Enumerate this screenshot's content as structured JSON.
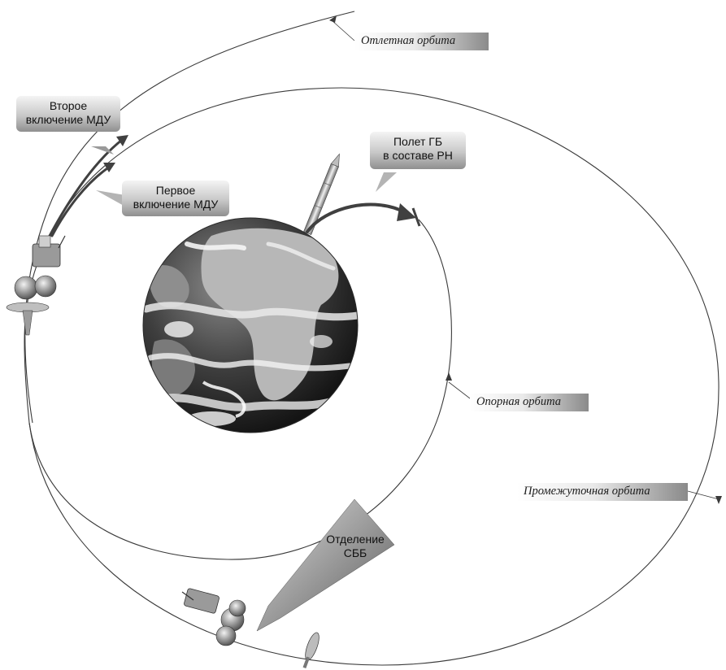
{
  "labels": {
    "second_burn": "Второе\nвключение МДУ",
    "first_burn": "Первое\nвключение МДУ",
    "launch_flight": "Полет ГБ\nв составе РН",
    "separation": "Отделение\nСББ"
  },
  "orbits": {
    "departure": "Отлетная орбита",
    "parking": "Опорная орбита",
    "transfer": "Промежуточная орбита"
  },
  "colors": {
    "orbit_line": "#3a3a3a",
    "thrust_arrow": "#404040",
    "callout_dark": "#8f8f8f",
    "callout_light": "#f4f4f4",
    "ocean": "#2c2c2c",
    "cloud": "#e8e8e8"
  },
  "icons": [
    "earth-globe-icon",
    "rocket-icon",
    "spacecraft-icon",
    "separated-stage-icon"
  ]
}
